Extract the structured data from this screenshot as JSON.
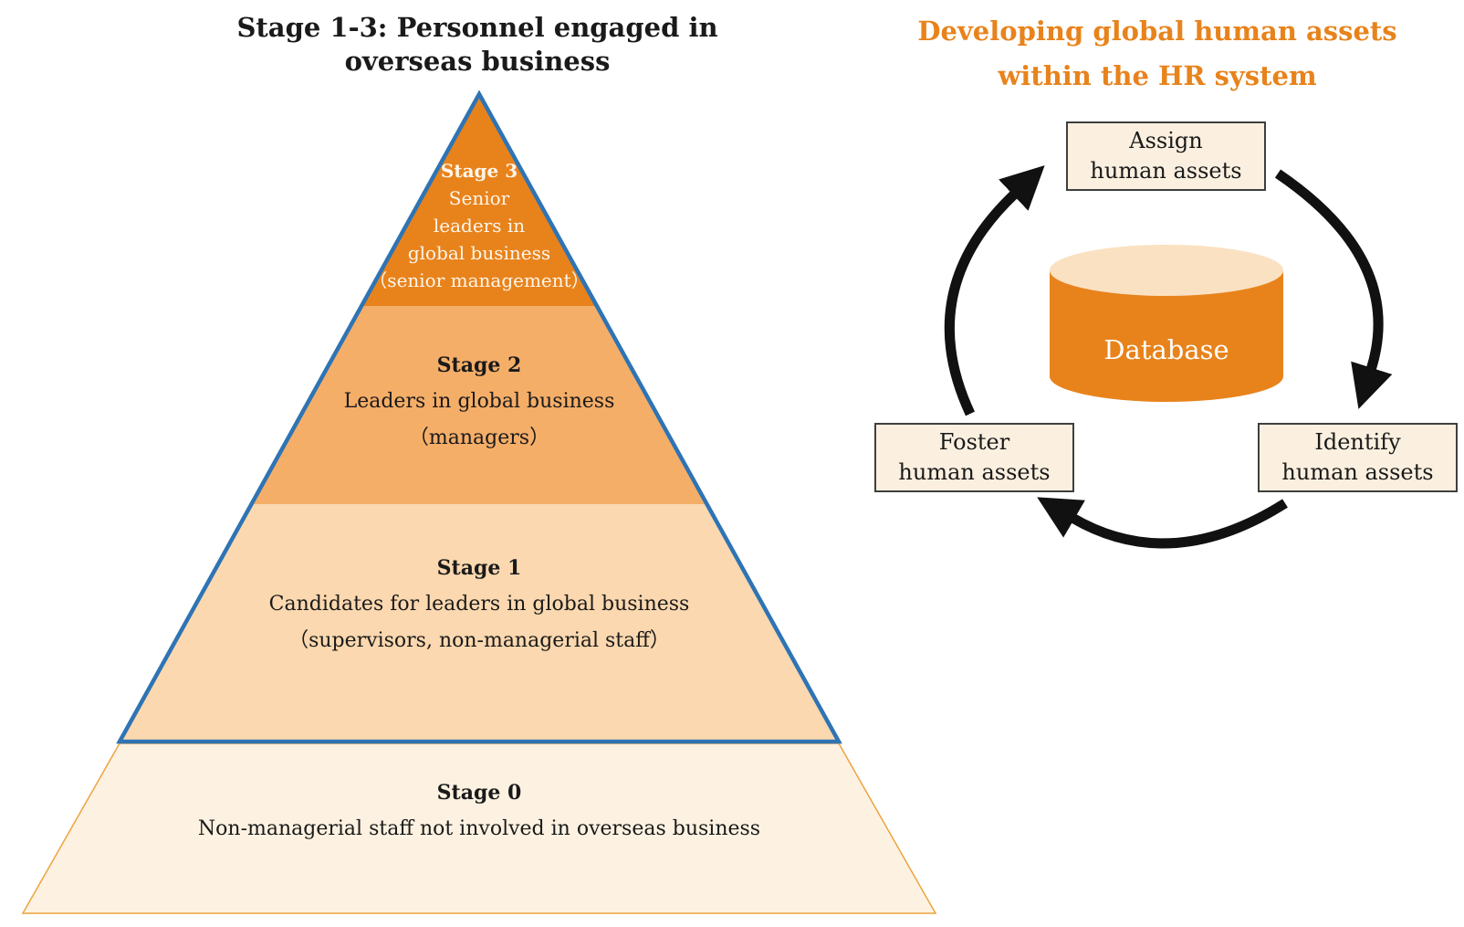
{
  "left_panel": {
    "title_lines": [
      "Stage 1-3: Personnel engaged in",
      "overseas business"
    ],
    "stages": [
      {
        "id": "stage-3",
        "title": "Stage 3",
        "lines": [
          "Senior",
          "leaders in",
          "global business",
          "（senior management）"
        ]
      },
      {
        "id": "stage-2",
        "title": "Stage 2",
        "lines": [
          "Leaders in global business",
          "（managers）"
        ]
      },
      {
        "id": "stage-1",
        "title": "Stage 1",
        "lines": [
          "Candidates for leaders in global business",
          "（supervisors, non-managerial staff）"
        ]
      },
      {
        "id": "stage-0",
        "title": "Stage 0",
        "lines": [
          "Non-managerial staff not involved in overseas business"
        ]
      }
    ]
  },
  "right_panel": {
    "title_lines": [
      "Developing global human assets",
      "within the HR system"
    ],
    "database_label": "Database",
    "boxes": {
      "assign": {
        "lines": [
          "Assign",
          "human assets"
        ]
      },
      "identify": {
        "lines": [
          "Identify",
          "human assets"
        ]
      },
      "foster": {
        "lines": [
          "Foster",
          "human assets"
        ]
      }
    }
  },
  "colors": {
    "accent_orange": "#E8831C",
    "stage3_fill": "#E8831C",
    "stage2_fill": "#F5AE68",
    "stage1_fill": "#FBD8AF",
    "stage0_fill": "#FDF2E1",
    "stage0_border": "#ECA33F",
    "pyramid_outline_blue": "#2E74B5",
    "stage3_text": "#FDF6EB",
    "box_fill": "#FBF0E0",
    "box_border": "#3F3F3F",
    "cylinder_body": "#E8831C",
    "cylinder_top": "#FAE1C2",
    "arrow_black": "#111111"
  }
}
